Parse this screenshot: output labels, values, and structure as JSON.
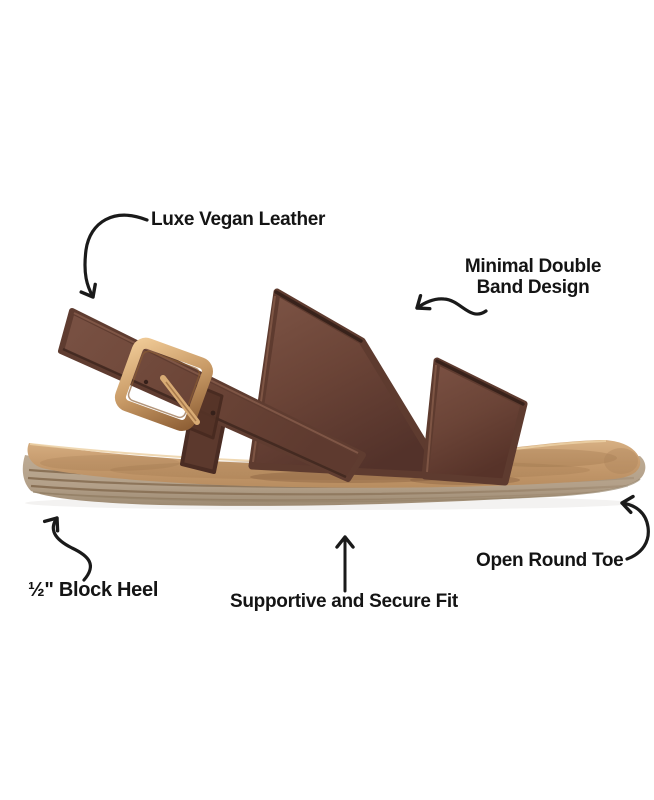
{
  "page": {
    "background": "#ffffff",
    "description": "Annotated product feature image of a flat double-band sandal, side view"
  },
  "callouts": {
    "vegan_leather": {
      "label": "Luxe Vegan Leather"
    },
    "double_band": {
      "line1": "Minimal Double",
      "line2": "Band Design"
    },
    "block_heel": {
      "label": "½\" Block Heel"
    },
    "secure_fit": {
      "label": "Supportive and Secure Fit"
    },
    "round_toe": {
      "label": "Open Round Toe"
    }
  },
  "style": {
    "text_color": "#141414",
    "arrow_color": "#1a1a1a",
    "strap_brown": "#6f4a3b",
    "strap_shadow": "#4f3027",
    "buckle_gold": "#cfa06c",
    "footbed_tan": "#c79c6f",
    "sole_taupe": "#b3a089",
    "sole_stripe_brown": "#7e6448"
  }
}
